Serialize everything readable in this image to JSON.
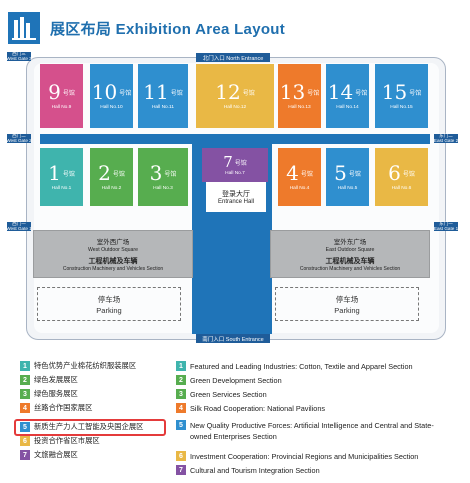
{
  "header": {
    "title": "展区布局 Exhibition Area Layout",
    "icon": "hall-icon"
  },
  "gates": {
    "north": "北门入口 North Entrance",
    "south": "南门入口 South Entrance",
    "west_3": [
      "西门三",
      "West Gate 3"
    ],
    "west_2": [
      "西门二",
      "West Gate 2"
    ],
    "west_1": [
      "西门一",
      "West Gate 1"
    ],
    "east_2": [
      "东门二",
      "East Gate 2"
    ],
    "east_1": [
      "东门一",
      "East Gate 1"
    ]
  },
  "halls": [
    {
      "num": "9",
      "cn": "号馆",
      "en": "Hall No.9",
      "color": "#d5508c"
    },
    {
      "num": "10",
      "cn": "号馆",
      "en": "Hall No.10",
      "color": "#2f8fcf"
    },
    {
      "num": "11",
      "cn": "号馆",
      "en": "Hall No.11",
      "color": "#2f8fcf"
    },
    {
      "num": "12",
      "cn": "号馆",
      "en": "Hall No.12",
      "color": "#e9b845"
    },
    {
      "num": "13",
      "cn": "号馆",
      "en": "Hall No.13",
      "color": "#ee7a2b"
    },
    {
      "num": "14",
      "cn": "号馆",
      "en": "Hall No.14",
      "color": "#2f8fcf"
    },
    {
      "num": "15",
      "cn": "号馆",
      "en": "Hall No.15",
      "color": "#2f8fcf"
    },
    {
      "num": "1",
      "cn": "号馆",
      "en": "Hall No.1",
      "color": "#3fb4ad"
    },
    {
      "num": "2",
      "cn": "号馆",
      "en": "Hall No.2",
      "color": "#57ad4f"
    },
    {
      "num": "3",
      "cn": "号馆",
      "en": "Hall No.3",
      "color": "#57ad4f"
    },
    {
      "num": "7",
      "cn": "号馆",
      "en": "Hall No.7",
      "color": "#8452a3"
    },
    {
      "num": "4",
      "cn": "号馆",
      "en": "Hall No.4",
      "color": "#ee7a2b"
    },
    {
      "num": "5",
      "cn": "号馆",
      "en": "Hall No.5",
      "color": "#2f8fcf"
    },
    {
      "num": "6",
      "cn": "号馆",
      "en": "Hall No.6",
      "color": "#e9b845"
    }
  ],
  "entrance_hall": {
    "cn": "登录大厅",
    "en": "Entrance Hall"
  },
  "west_square": {
    "cn": "室外西广场",
    "en": "West Outdoor Square",
    "sub_cn": "工程机械及车辆",
    "sub_en": "Construction Machinery and Vehicles Section"
  },
  "east_square": {
    "cn": "室外东广场",
    "en": "East Outdoor Square",
    "sub_cn": "工程机械及车辆",
    "sub_en": "Construction Machinery and Vehicles Section"
  },
  "parking_left": {
    "cn": "停车场",
    "en": "Parking"
  },
  "parking_right": {
    "cn": "停车场",
    "en": "Parking"
  },
  "legend_cn": [
    {
      "num": "1",
      "text": "特色优势产业棉花纺织服装展区",
      "color": "#3fb4ad"
    },
    {
      "num": "2",
      "text": "绿色发展展区",
      "color": "#57ad4f"
    },
    {
      "num": "3",
      "text": "绿色服务展区",
      "color": "#57ad4f"
    },
    {
      "num": "4",
      "text": "丝路合作国家展区",
      "color": "#ee7a2b"
    },
    {
      "num": "5",
      "text": "新质生产力人工智能及央国企展区",
      "color": "#2f8fcf"
    },
    {
      "num": "6",
      "text": "投资合作省区市展区",
      "color": "#e9b845"
    },
    {
      "num": "7",
      "text": "文旅融合展区",
      "color": "#8452a3"
    }
  ],
  "legend_en": [
    {
      "num": "1",
      "text": "Featured and Leading Industries: Cotton, Textile and Apparel Section",
      "color": "#3fb4ad"
    },
    {
      "num": "2",
      "text": "Green Development Section",
      "color": "#57ad4f"
    },
    {
      "num": "3",
      "text": "Green Services Section",
      "color": "#57ad4f"
    },
    {
      "num": "4",
      "text": "Silk Road Cooperation: National Pavilions",
      "color": "#ee7a2b"
    },
    {
      "num": "5",
      "text": "New Quality Productive Forces: Artificial Intelligence and Central and State-owned Enterprises Section",
      "color": "#2f8fcf"
    },
    {
      "num": "6",
      "text": "Investment Cooperation: Provincial Regions and Municipalities Section",
      "color": "#e9b845"
    },
    {
      "num": "7",
      "text": "Cultural and Tourism Integration Section",
      "color": "#8452a3"
    }
  ]
}
